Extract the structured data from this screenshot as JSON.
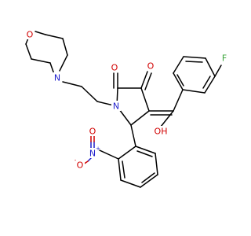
{
  "atoms": {
    "o_ketone_left": "O",
    "o_ketone_right": "O",
    "f": "F",
    "oh": "OH",
    "n_ring": "N",
    "n_morph": "N",
    "o_morph": "O",
    "n_nitro": "N",
    "n_nitro_charge": "+",
    "o_nitro_minus": "O",
    "o_nitro_charge": "-",
    "o_nitro_double": "O"
  },
  "colors": {
    "carbon": "#000000",
    "oxygen": "#d10000",
    "nitrogen": "#1f1fcc",
    "fluorine": "#3aa53a"
  }
}
